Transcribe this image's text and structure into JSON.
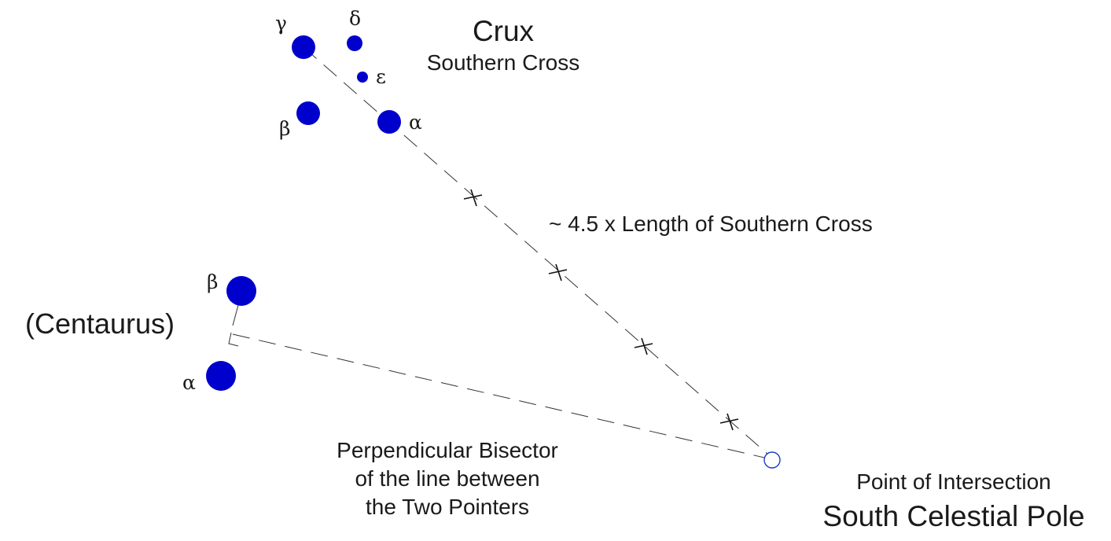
{
  "crux": {
    "title": "Crux",
    "subtitle": "Southern Cross",
    "stars": {
      "gamma": "γ",
      "delta": "δ",
      "epsilon": "ε",
      "beta": "β",
      "alpha": "α"
    }
  },
  "centaurus": {
    "title": "(Centaurus)",
    "stars": {
      "beta": "β",
      "alpha": "α"
    }
  },
  "annotations": {
    "length_note": "~ 4.5 x Length of Southern Cross",
    "bisector_line1": "Perpendicular Bisector",
    "bisector_line2": "of the line between",
    "bisector_line3": "the Two Pointers",
    "intersection_label": "Point of Intersection",
    "pole_label": "South Celestial Pole"
  },
  "colors": {
    "star": "#0000cc",
    "pole_outline": "#1a3cc8",
    "line": "#333333"
  }
}
